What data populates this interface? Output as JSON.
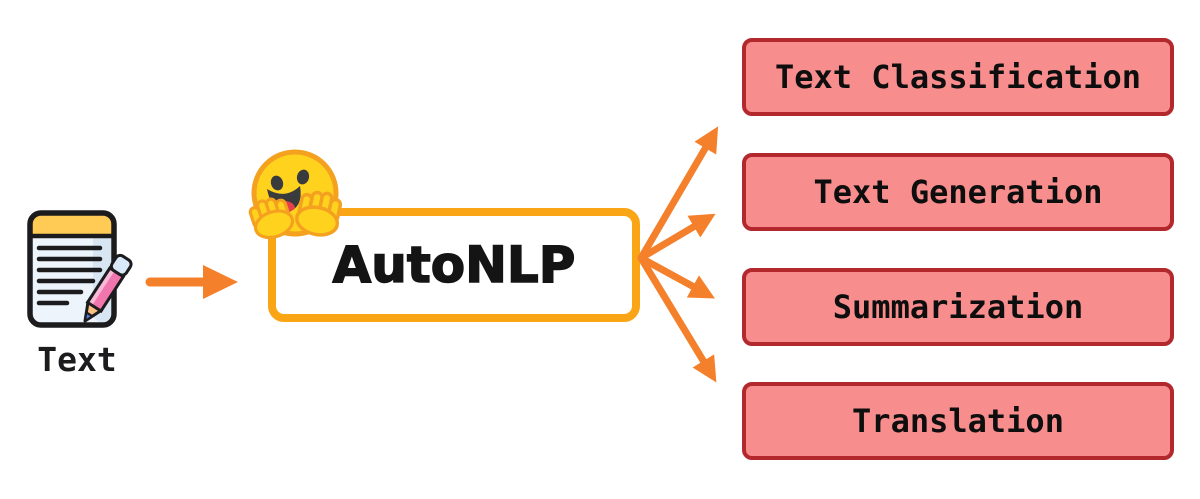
{
  "diagram": {
    "input": {
      "label": "Text",
      "icon": "memo-icon"
    },
    "hub": {
      "label": "AutoNLP",
      "icon": "hugging-face-icon"
    },
    "outputs": [
      {
        "label": "Text Classification"
      },
      {
        "label": "Text Generation"
      },
      {
        "label": "Summarization"
      },
      {
        "label": "Translation"
      }
    ],
    "colors": {
      "arrow": "#F5802C",
      "hub_border": "#F9A516",
      "hub_fill": "#FFFFFF",
      "output_fill": "#F88D8D",
      "output_border": "#B3282D",
      "text": "#141414",
      "emoji_yellow": "#FFD21E",
      "emoji_outline": "#F5A120"
    }
  }
}
